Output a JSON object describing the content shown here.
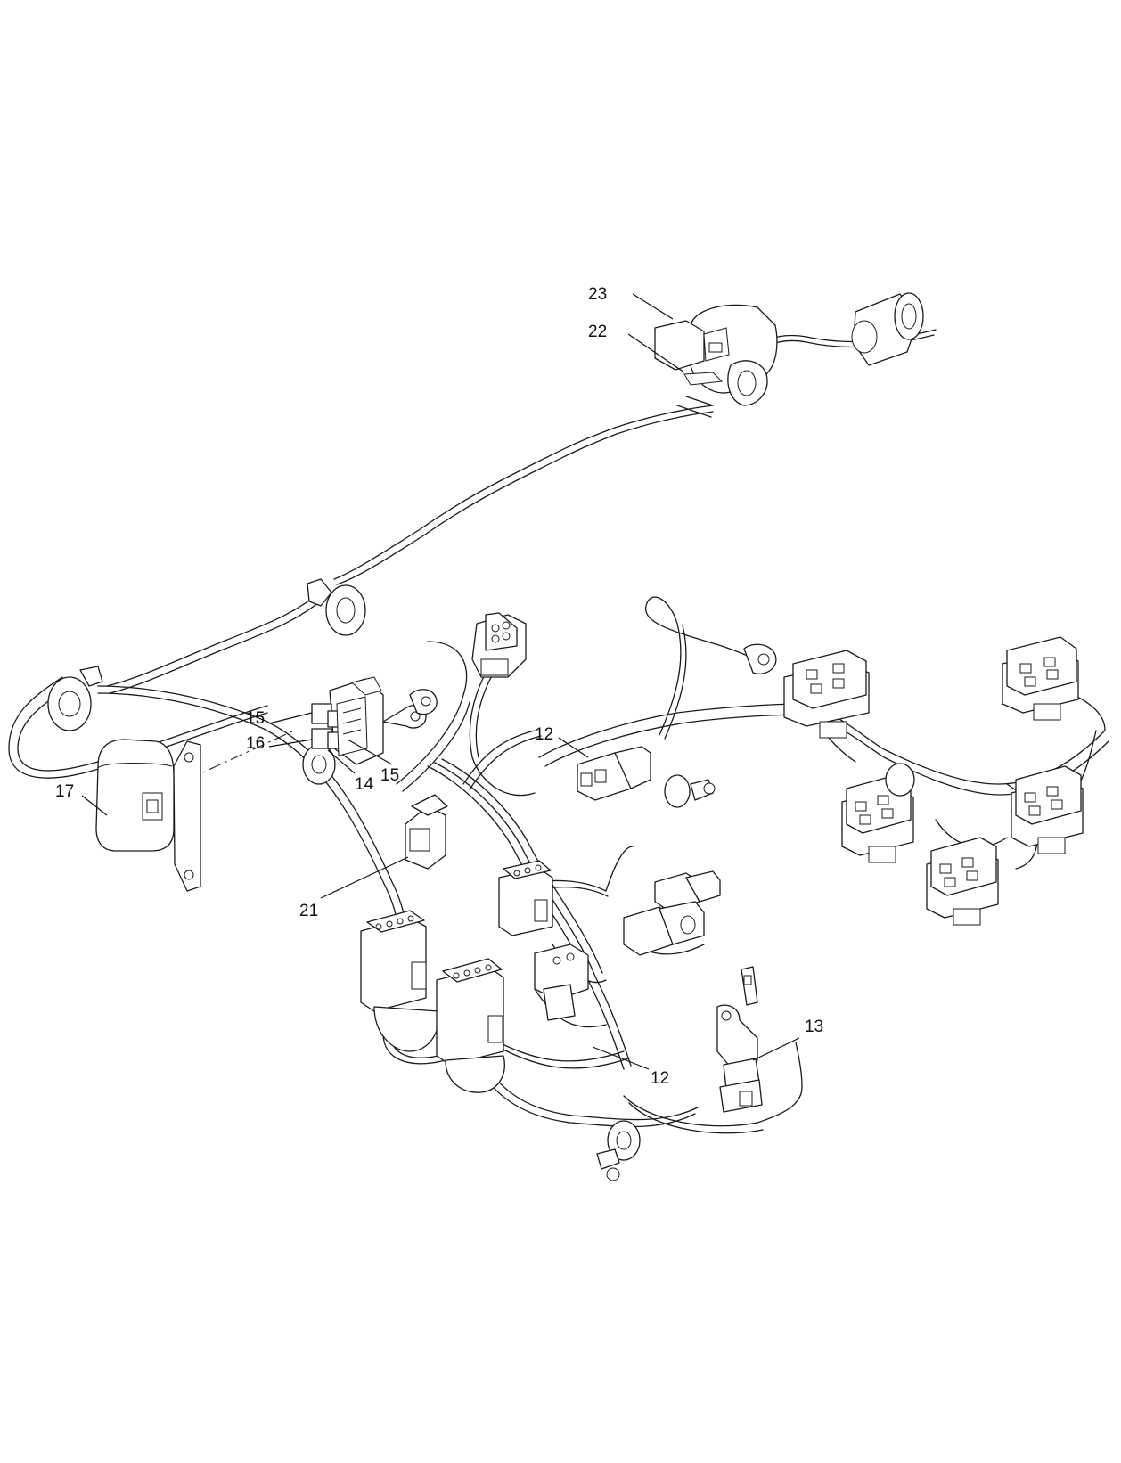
{
  "callouts": {
    "c23": "23",
    "c22": "22",
    "c15a": "15",
    "c16": "16",
    "c15b": "15",
    "c14": "14",
    "c12a": "12",
    "c17": "17",
    "c21": "21",
    "c13": "13",
    "c12b": "12"
  }
}
